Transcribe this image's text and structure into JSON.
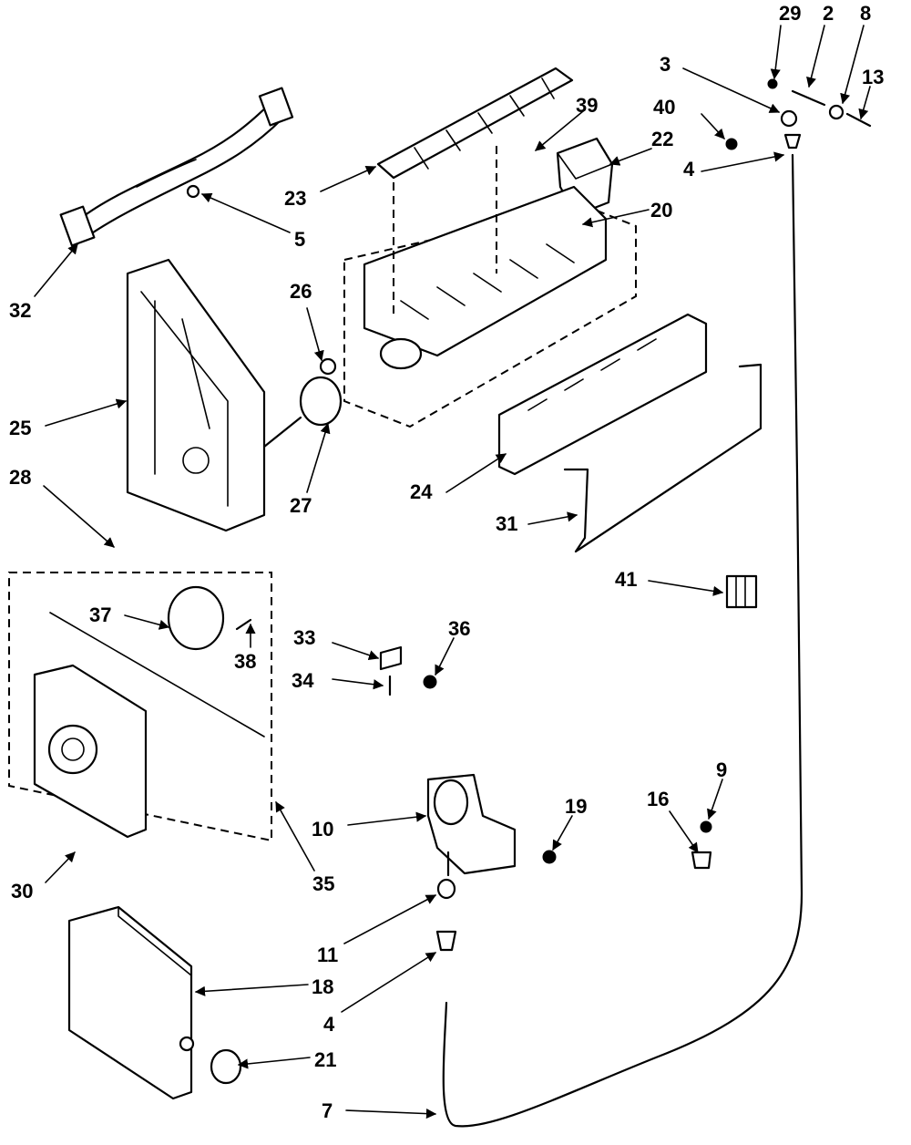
{
  "callouts": {
    "c29": "29",
    "c2": "2",
    "c8": "8",
    "c3": "3",
    "c13": "13",
    "c40": "40",
    "c4a": "4",
    "c39": "39",
    "c22": "22",
    "c23": "23",
    "c20": "20",
    "c5": "5",
    "c32": "32",
    "c26": "26",
    "c25": "25",
    "c28": "28",
    "c27": "27",
    "c24": "24",
    "c31": "31",
    "c41": "41",
    "c37": "37",
    "c38": "38",
    "c33": "33",
    "c36": "36",
    "c34": "34",
    "c10": "10",
    "c19": "19",
    "c16": "16",
    "c9": "9",
    "c30": "30",
    "c35": "35",
    "c11": "11",
    "c18": "18",
    "c4b": "4",
    "c21": "21",
    "c7": "7"
  }
}
